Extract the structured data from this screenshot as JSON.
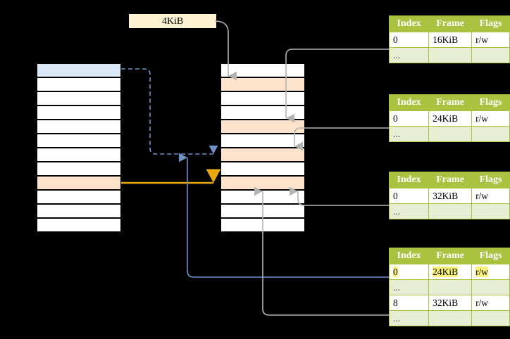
{
  "diagram": {
    "title_label": "4KiB",
    "accent_gray": "#b3b3b3",
    "accent_blue": "#6f93c7",
    "accent_orange": "#e8a90c",
    "header_green": "#a9c23f",
    "row_dim_green": "#e8eed3",
    "highlight_yellow": "#fbf27b",
    "cell_blue": "#dce9f9",
    "cell_orange": "#fde2cc",
    "label_bg": "#fdf3d2"
  },
  "left_column": {
    "name": "virtual-address-space",
    "row_count": 12,
    "highlights": {
      "blue": [
        0
      ],
      "orange": [
        8
      ]
    }
  },
  "middle_column": {
    "name": "physical-memory",
    "row_count": 12,
    "highlights": {
      "orange": [
        1,
        4,
        6,
        8
      ]
    }
  },
  "tables": [
    {
      "name": "page-table-1",
      "columns": [
        "Index",
        "Frame",
        "Flags"
      ],
      "rows": [
        {
          "index": "0",
          "frame": "16KiB",
          "flags": "r/w",
          "dim": false,
          "highlight": false
        },
        {
          "index": "...",
          "frame": "",
          "flags": "",
          "dim": true,
          "highlight": false
        }
      ]
    },
    {
      "name": "page-table-2",
      "columns": [
        "Index",
        "Frame",
        "Flags"
      ],
      "rows": [
        {
          "index": "0",
          "frame": "24KiB",
          "flags": "r/w",
          "dim": false,
          "highlight": false
        },
        {
          "index": "...",
          "frame": "",
          "flags": "",
          "dim": true,
          "highlight": false
        }
      ]
    },
    {
      "name": "page-table-3",
      "columns": [
        "Index",
        "Frame",
        "Flags"
      ],
      "rows": [
        {
          "index": "0",
          "frame": "32KiB",
          "flags": "r/w",
          "dim": false,
          "highlight": false
        },
        {
          "index": "...",
          "frame": "",
          "flags": "",
          "dim": true,
          "highlight": false
        }
      ]
    },
    {
      "name": "page-table-4",
      "columns": [
        "Index",
        "Frame",
        "Flags"
      ],
      "rows": [
        {
          "index": "0",
          "frame": "24KiB",
          "flags": "r/w",
          "dim": false,
          "highlight": true
        },
        {
          "index": "...",
          "frame": "",
          "flags": "",
          "dim": true,
          "highlight": false
        },
        {
          "index": "8",
          "frame": "32KiB",
          "flags": "r/w",
          "dim": false,
          "highlight": false
        },
        {
          "index": "...",
          "frame": "",
          "flags": "",
          "dim": true,
          "highlight": false
        }
      ]
    }
  ]
}
